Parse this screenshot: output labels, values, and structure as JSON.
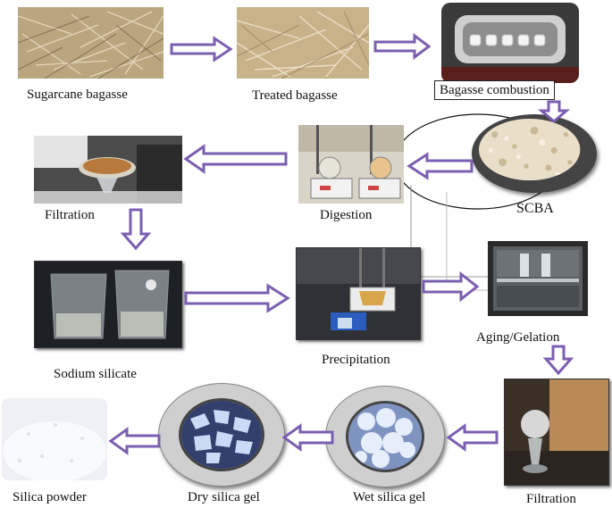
{
  "steps": {
    "sugarcane_bagasse": "Sugarcane bagasse",
    "treated_bagasse": "Treated bagasse",
    "bagasse_combustion": "Bagasse combustion",
    "scba": "SCBA",
    "digestion": "Digestion",
    "filtration_1": "Filtration",
    "sodium_silicate": "Sodium silicate",
    "precipitation": "Precipitation",
    "aging_gelation": "Aging/Gelation",
    "filtration_2": "Filtration",
    "wet_silica_gel": "Wet silica gel",
    "dry_silica_gel": "Dry silica gel",
    "silica_powder": "Silica powder"
  },
  "colors": {
    "arrow_fill": "#ffffff",
    "arrow_stroke": "#7b5fb0"
  },
  "icons": {
    "arrow": "block-arrow"
  }
}
